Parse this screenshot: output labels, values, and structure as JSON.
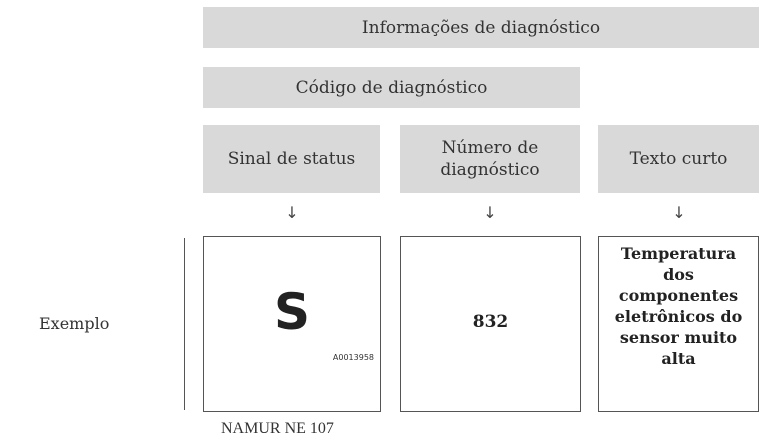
{
  "header": {
    "info_label": "Informações de diagnóstico",
    "code_label": "Código de diagnóstico"
  },
  "columns": [
    {
      "title": "Sinal de status",
      "arrow": "↓"
    },
    {
      "title": "Número de\ndiagnóstico",
      "arrow": "↓"
    },
    {
      "title": "Texto curto",
      "arrow": "↓"
    }
  ],
  "example": {
    "row_label": "Exemplo",
    "status_signal": "S",
    "image_ref": "A0013958",
    "diagnostic_number": "832",
    "short_text": "Temperatura\ndos\ncomponentes\neletrônicos do\nsensor muito\nalta",
    "standard_label": "NAMUR NE 107"
  }
}
